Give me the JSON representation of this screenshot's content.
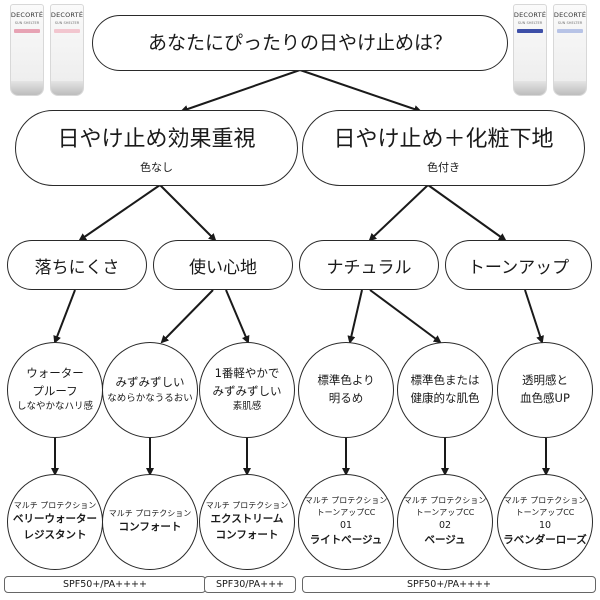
{
  "products": [
    {
      "brand": "DECORTÉ",
      "line": "SUN SHELTER",
      "band_color": "#e7a3b4"
    },
    {
      "brand": "DECORTÉ",
      "line": "SUN SHELTER",
      "band_color": "#f2c6cf"
    },
    {
      "brand": "DECORTÉ",
      "line": "SUN SHELTER",
      "band_color": "#3d4fa8"
    },
    {
      "brand": "DECORTÉ",
      "line": "SUN SHELTER",
      "band_color": "#b7c3e6"
    }
  ],
  "title": "あなたにぴったりの日やけ止めは？",
  "level1": [
    {
      "title": "日やけ止め効果重視",
      "sub": "色なし"
    },
    {
      "title": "日やけ止め＋化粧下地",
      "sub": "色付き"
    }
  ],
  "level2": [
    "落ちにくさ",
    "使い心地",
    "ナチュラル",
    "トーンアップ"
  ],
  "characteristics": [
    {
      "lines": [
        "ウォーター",
        "プルーフ"
      ],
      "small": "しなやかなハリ感"
    },
    {
      "lines": [
        "みずみずしい"
      ],
      "small": "なめらかなうるおい"
    },
    {
      "lines": [
        "1番軽やかで",
        "みずみずしい"
      ],
      "small": "素肌感"
    },
    {
      "lines": [
        "標準色より",
        "明るめ"
      ],
      "small": ""
    },
    {
      "lines": [
        "標準色または",
        "健康的な肌色"
      ],
      "small": ""
    },
    {
      "lines": [
        "透明感と",
        "血色感UP"
      ],
      "small": ""
    }
  ],
  "results": [
    {
      "series": "マルチ プロテクション",
      "variant": "",
      "number": "",
      "name_lines": [
        "ベリーウォーター",
        "レジスタント"
      ]
    },
    {
      "series": "マルチ プロテクション",
      "variant": "",
      "number": "",
      "name_lines": [
        "コンフォート"
      ]
    },
    {
      "series": "マルチ プロテクション",
      "variant": "",
      "number": "",
      "name_lines": [
        "エクストリーム",
        "コンフォート"
      ]
    },
    {
      "series": "マルチ プロテクション",
      "variant": "トーンアップCC",
      "number": "01",
      "name_lines": [
        "ライトベージュ"
      ]
    },
    {
      "series": "マルチ プロテクション",
      "variant": "トーンアップCC",
      "number": "02",
      "name_lines": [
        "ベージュ"
      ]
    },
    {
      "series": "マルチ プロテクション",
      "variant": "トーンアップCC",
      "number": "10",
      "name_lines": [
        "ラベンダーローズ"
      ]
    }
  ],
  "spf": [
    "SPF50+/PA++++",
    "SPF30/PA+++",
    "SPF50+/PA++++"
  ]
}
